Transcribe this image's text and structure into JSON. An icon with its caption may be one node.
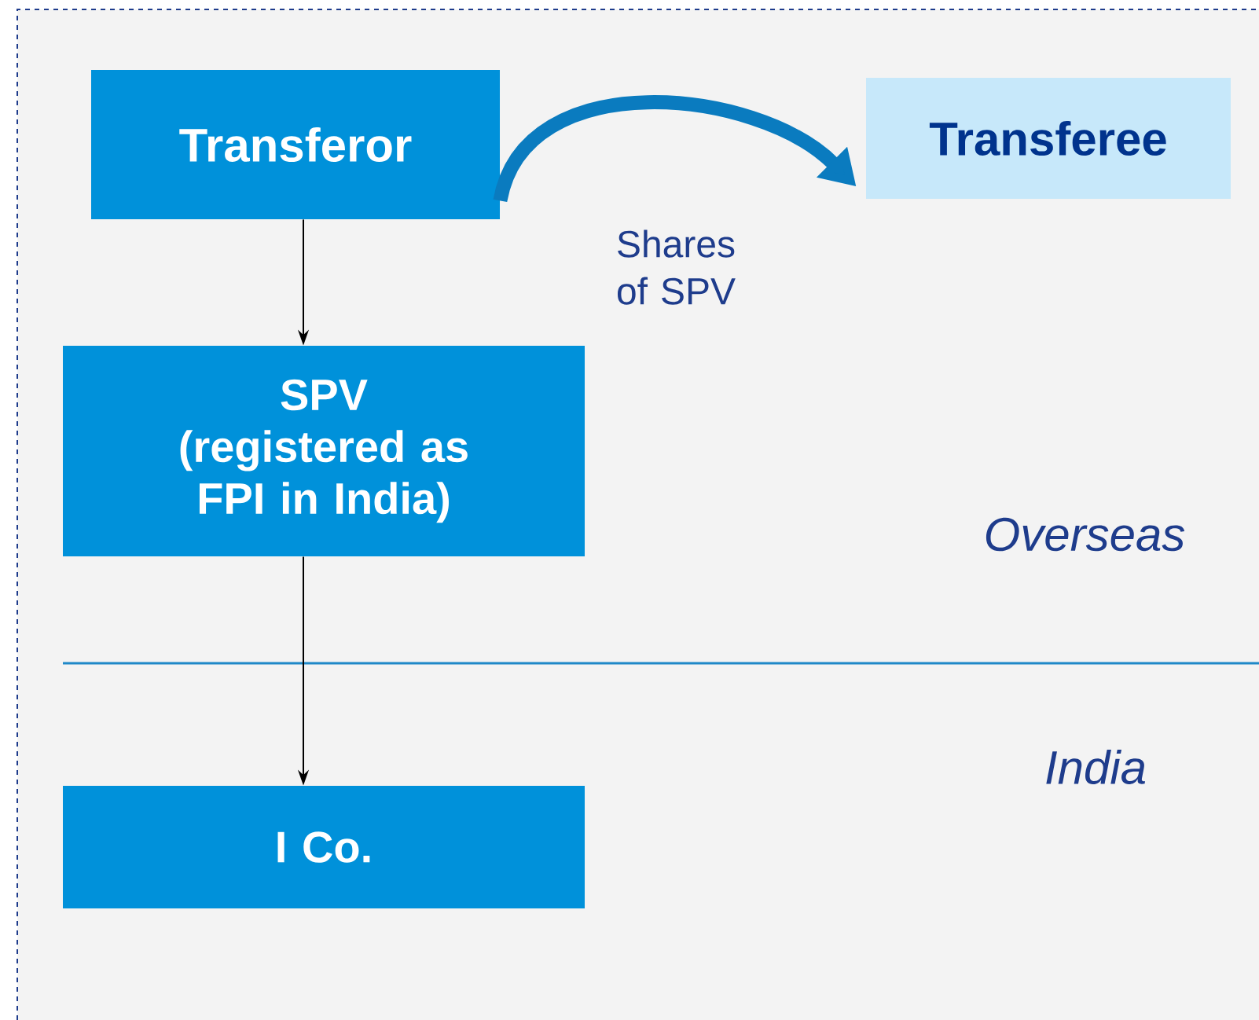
{
  "diagram": {
    "nodes": [
      {
        "text": [
          "Transferor"
        ]
      },
      {
        "text": [
          "Transferee"
        ]
      },
      {
        "text": [
          "SPV (registered as FPI in India)"
        ]
      },
      {
        "text": [
          "I Co."
        ]
      }
    ],
    "edges": [
      {
        "from": 0,
        "to": 2,
        "arrow": "to"
      },
      {
        "from": 2,
        "to": 3,
        "arrow": "to"
      },
      {
        "from": 0,
        "to": 1,
        "arrow": "to",
        "label": "Shares of SPV",
        "style": "thick",
        "color": "#0a7bbf"
      }
    ],
    "labels": [
      "Overseas",
      "India"
    ]
  }
}
